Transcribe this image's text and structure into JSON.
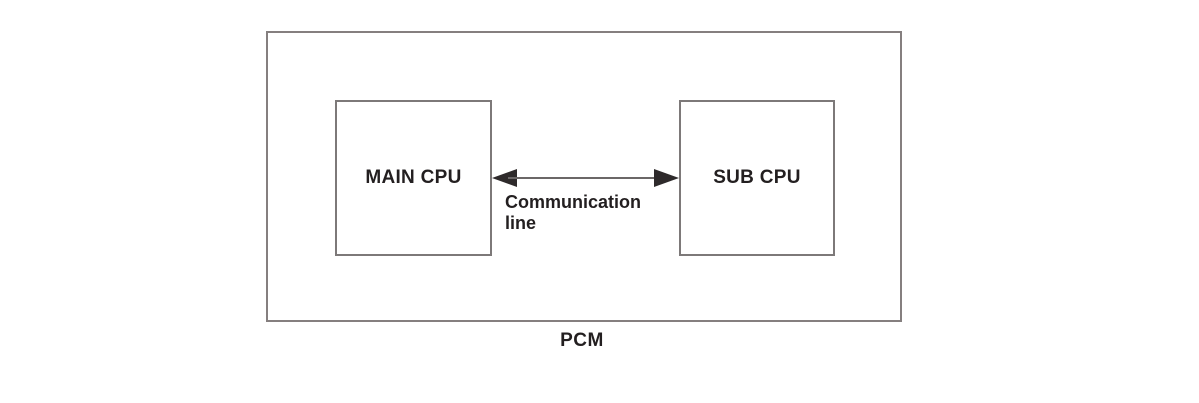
{
  "diagram": {
    "outer_label": "PCM",
    "nodes": [
      {
        "id": "main-cpu",
        "label": "MAIN CPU"
      },
      {
        "id": "sub-cpu",
        "label": "SUB CPU"
      }
    ],
    "connection": {
      "type": "bidirectional-arrow",
      "label": "Communication line"
    }
  },
  "colors": {
    "background": "#ffffff",
    "box_border": "#7d7979",
    "outer_border": "#857f7f",
    "arrow_shaft": "#6b6767",
    "arrow_head": "#2e2a2b",
    "text": "#231f20"
  }
}
